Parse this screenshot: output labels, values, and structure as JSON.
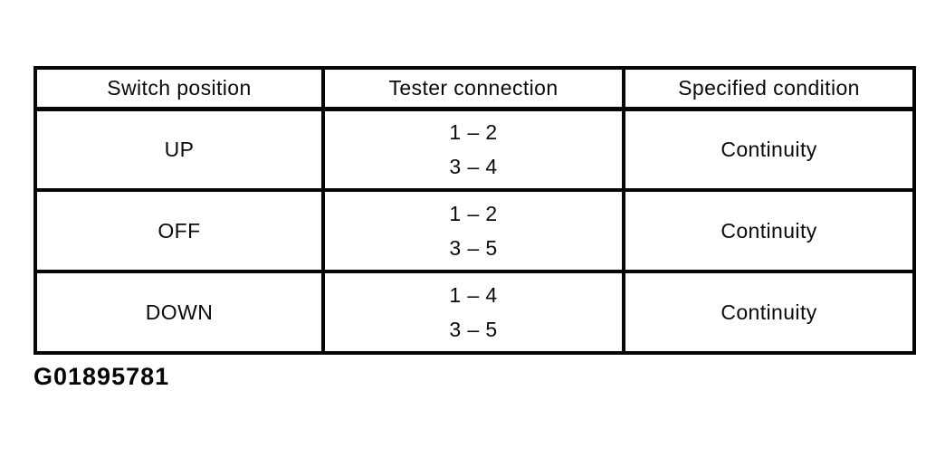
{
  "table": {
    "columns": [
      "Switch position",
      "Tester connection",
      "Specified condition"
    ],
    "rows": [
      {
        "switch_position": "UP",
        "tester_connection": [
          "1 – 2",
          "3 – 4"
        ],
        "specified_condition": "Continuity"
      },
      {
        "switch_position": "OFF",
        "tester_connection": [
          "1 – 2",
          "3 – 5"
        ],
        "specified_condition": "Continuity"
      },
      {
        "switch_position": "DOWN",
        "tester_connection": [
          "1 – 4",
          "3 – 5"
        ],
        "specified_condition": "Continuity"
      }
    ]
  },
  "figure_id": "G01895781"
}
